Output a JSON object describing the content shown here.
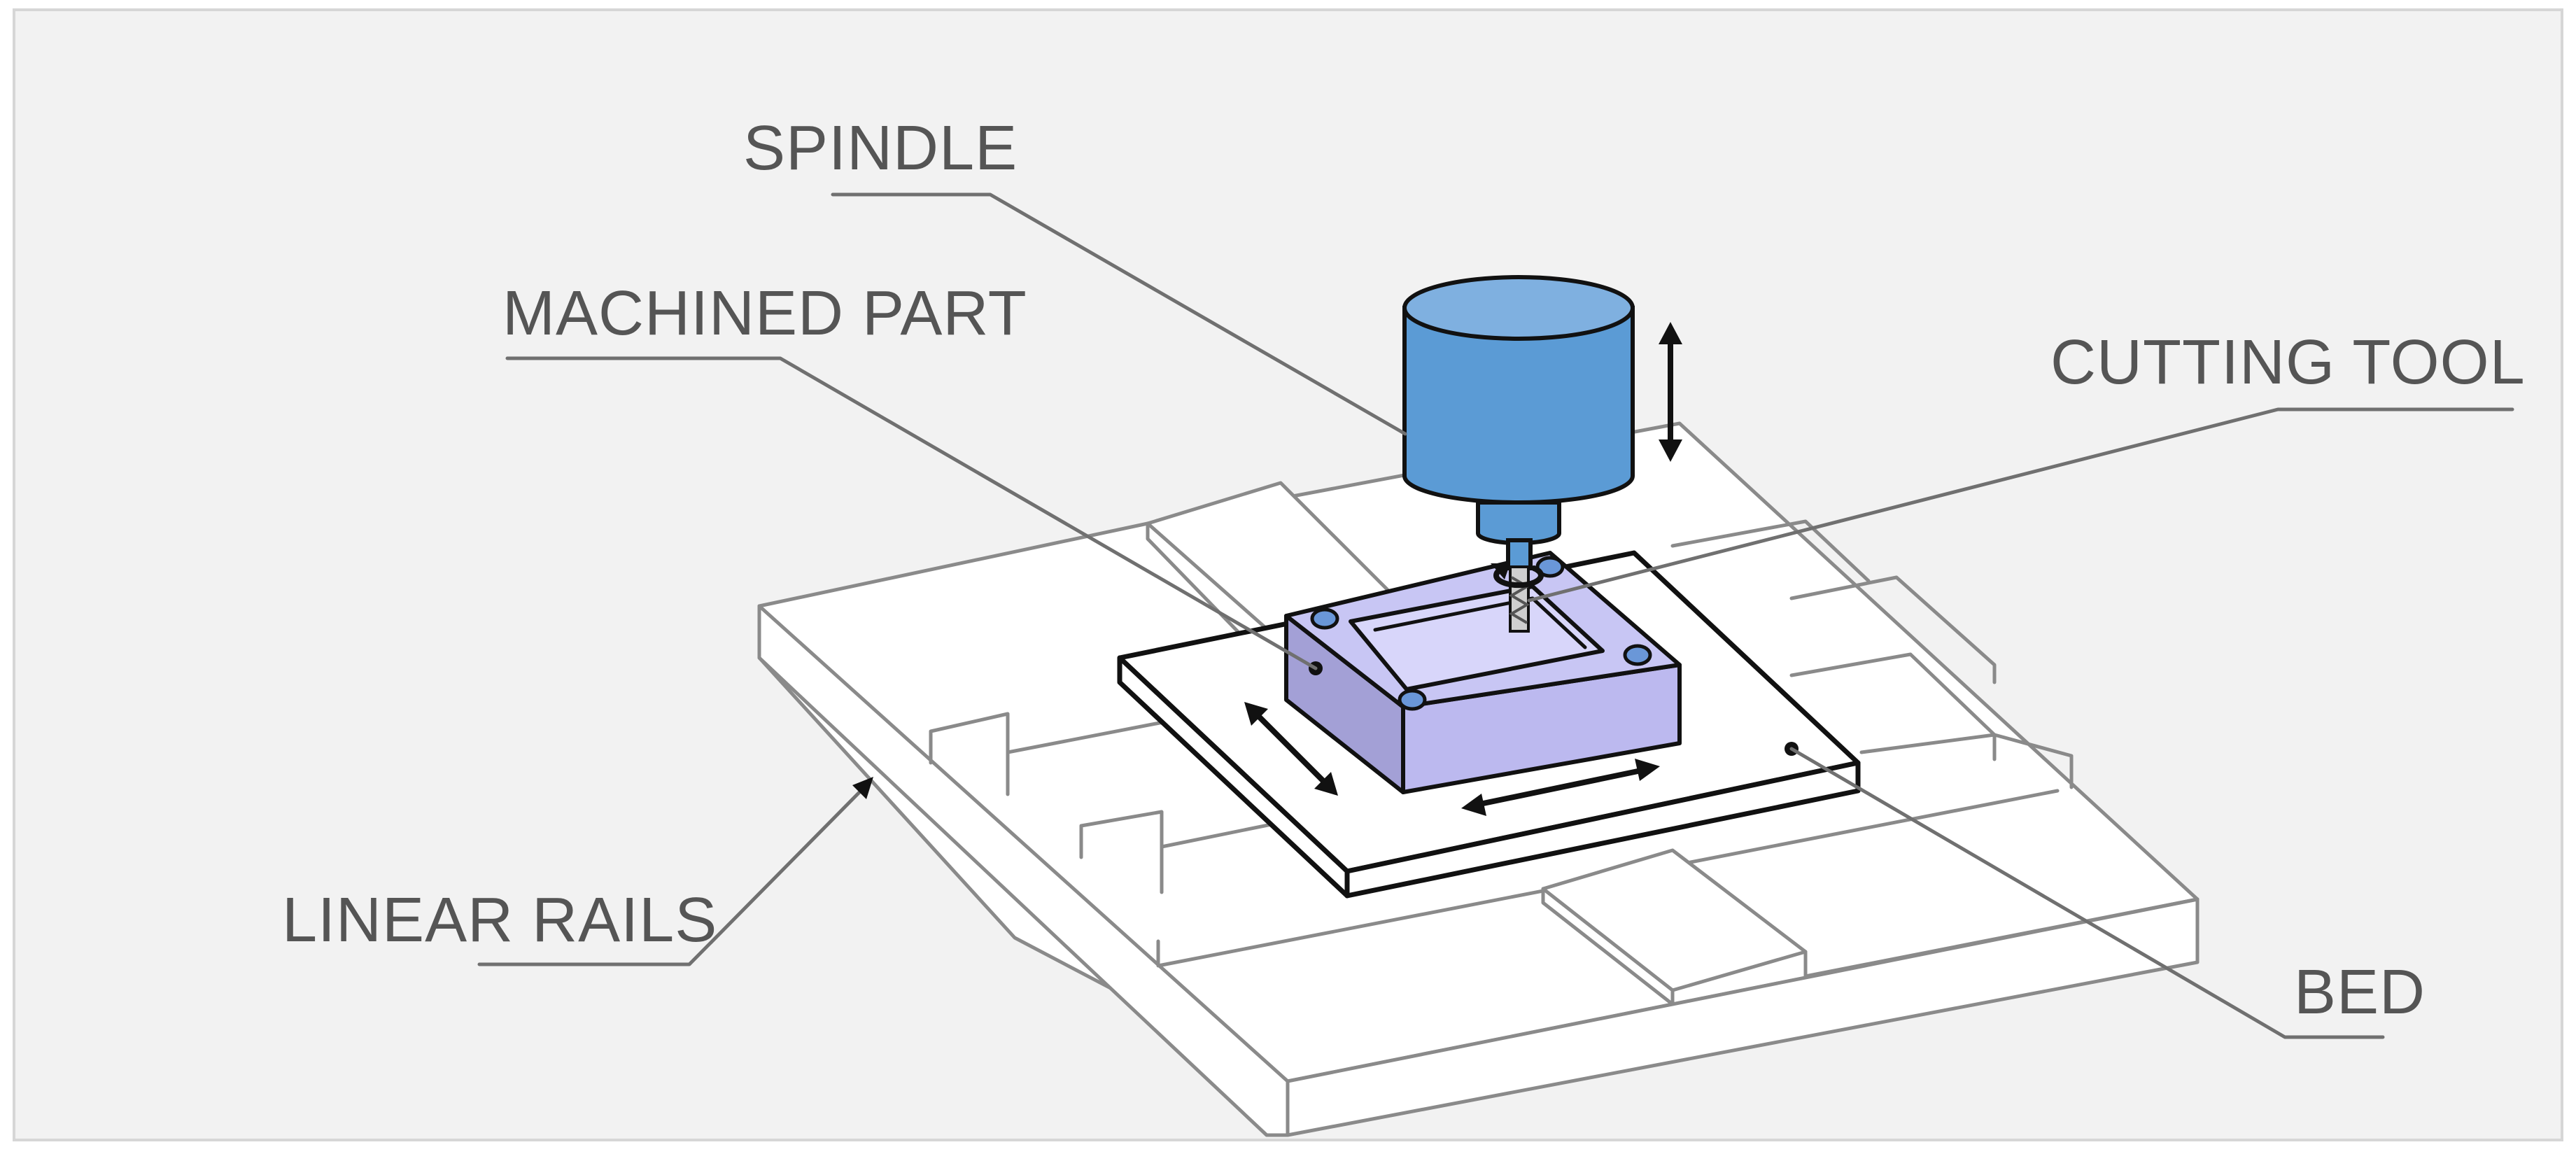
{
  "labels": {
    "spindle": "SPINDLE",
    "machined_part": "MACHINED PART",
    "cutting_tool": "CUTTING TOOL",
    "linear_rails": "LINEAR RAILS",
    "bed": "BED"
  },
  "colors": {
    "background": "#f2f2f2",
    "label_text": "#555555",
    "spindle": "#5b9bd5",
    "machined_part": "#c8c6f4",
    "leader_line": "#707070"
  }
}
